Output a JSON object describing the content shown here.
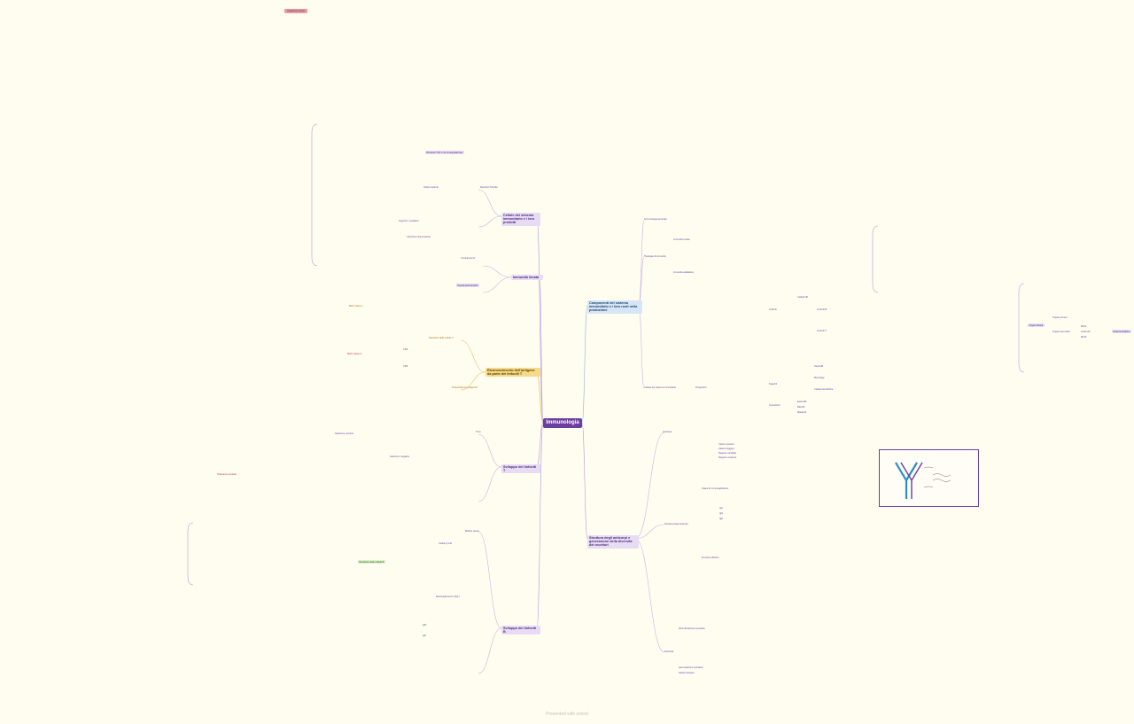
{
  "org_badge": "Organismi viventi",
  "center": "Immunologia",
  "footer": "Presented with xmind",
  "main_branches": {
    "cellule_innate": "Cellule del sistema immunitario e i loro prodotti",
    "immunita_innata": "Immunità innata",
    "riconoscimento": "Riconoscimento dell'antigene da parte dei linfociti T",
    "sviluppo": "Sviluppo dei linfociti T",
    "sviluppo_b": "Sviluppo dei linfociti B",
    "componenti": "Componenti del sistema immunitario e i loro ruoli nella produzione",
    "struttura": "Struttura degli anticorpi e generazione della diversità dei recettori"
  },
  "left_nodes": {
    "recettori": "Recettori Toll-like",
    "tlr": "Recettori TLR e vie di segnalazione",
    "infiammazione": "Infiammazione",
    "fagociti": "Fagociti e mediatori",
    "citochine": "Citochine infiammatorie",
    "complemento": "Complemento",
    "peptidi": "Peptidi antimicrobici",
    "mhc1": "MHC classe I",
    "mhc2": "MHC classe II",
    "presentazione": "Presentazione antigenica",
    "tcr": "Recettore delle cellule T",
    "cd4": "CD4",
    "cd8": "CD8",
    "timo": "Timo",
    "selezione_pos": "Selezione positiva",
    "selezione_neg": "Selezione negativa",
    "tolleranza": "Tolleranza centrale",
    "midollo": "Midollo osseo",
    "pre_b": "Cellule pre-B",
    "bcr": "Recettore delle cellule B",
    "vdj": "Riarrangiamento V(D)J",
    "igm": "IgM",
    "igd": "IgD"
  },
  "right_nodes": {
    "immunologia_generale": "Immunologia generale",
    "tipologie": "Tipologie di immunità",
    "immunita_innata_r": "Immunità innata",
    "immunita_adattativa": "Immunità adattativa",
    "cellule_sistema": "Cellule del sistema immunitario",
    "progenitori": "Progenitori",
    "linfociti": "Linfociti",
    "linfociti_b": "Linfociti B",
    "linfociti_t": "Linfociti T",
    "cellule_nk": "Cellule NK",
    "fagociti_r": "Fagociti",
    "neutrofili": "Neutrofili",
    "macrofagi": "Macrofagi",
    "cellule_dendritiche": "Cellule dendritiche",
    "granulociti": "Granulociti",
    "eosinofili": "Eosinofili",
    "basofili": "Basofili",
    "mastociti": "Mastociti",
    "anticorpi": "Anticorpi",
    "struttura_anticorpi": "Struttura degli anticorpi",
    "catene_pesanti": "Catene pesanti",
    "catene_leggere": "Catene leggere",
    "regione_variabile": "Regione variabile",
    "regione_costante": "Regione costante",
    "classi": "Classi di immunoglobuline",
    "iga": "IgA",
    "igg": "IgG",
    "ige": "IgE",
    "funzioni": "Funzioni effettrici",
    "diversita": "Diversità",
    "ricombinazione": "Ricombinazione somatica",
    "ipermutazione": "Ipermutazione somatica",
    "switch": "Switch isotipico",
    "organi": "Organi linfoidi",
    "primari": "Organi primari",
    "secondari": "Organi secondari",
    "milza": "Milza",
    "linfonodi": "Linfonodi",
    "malt": "MALT",
    "sistema_linfatico": "Sistema linfatico"
  }
}
